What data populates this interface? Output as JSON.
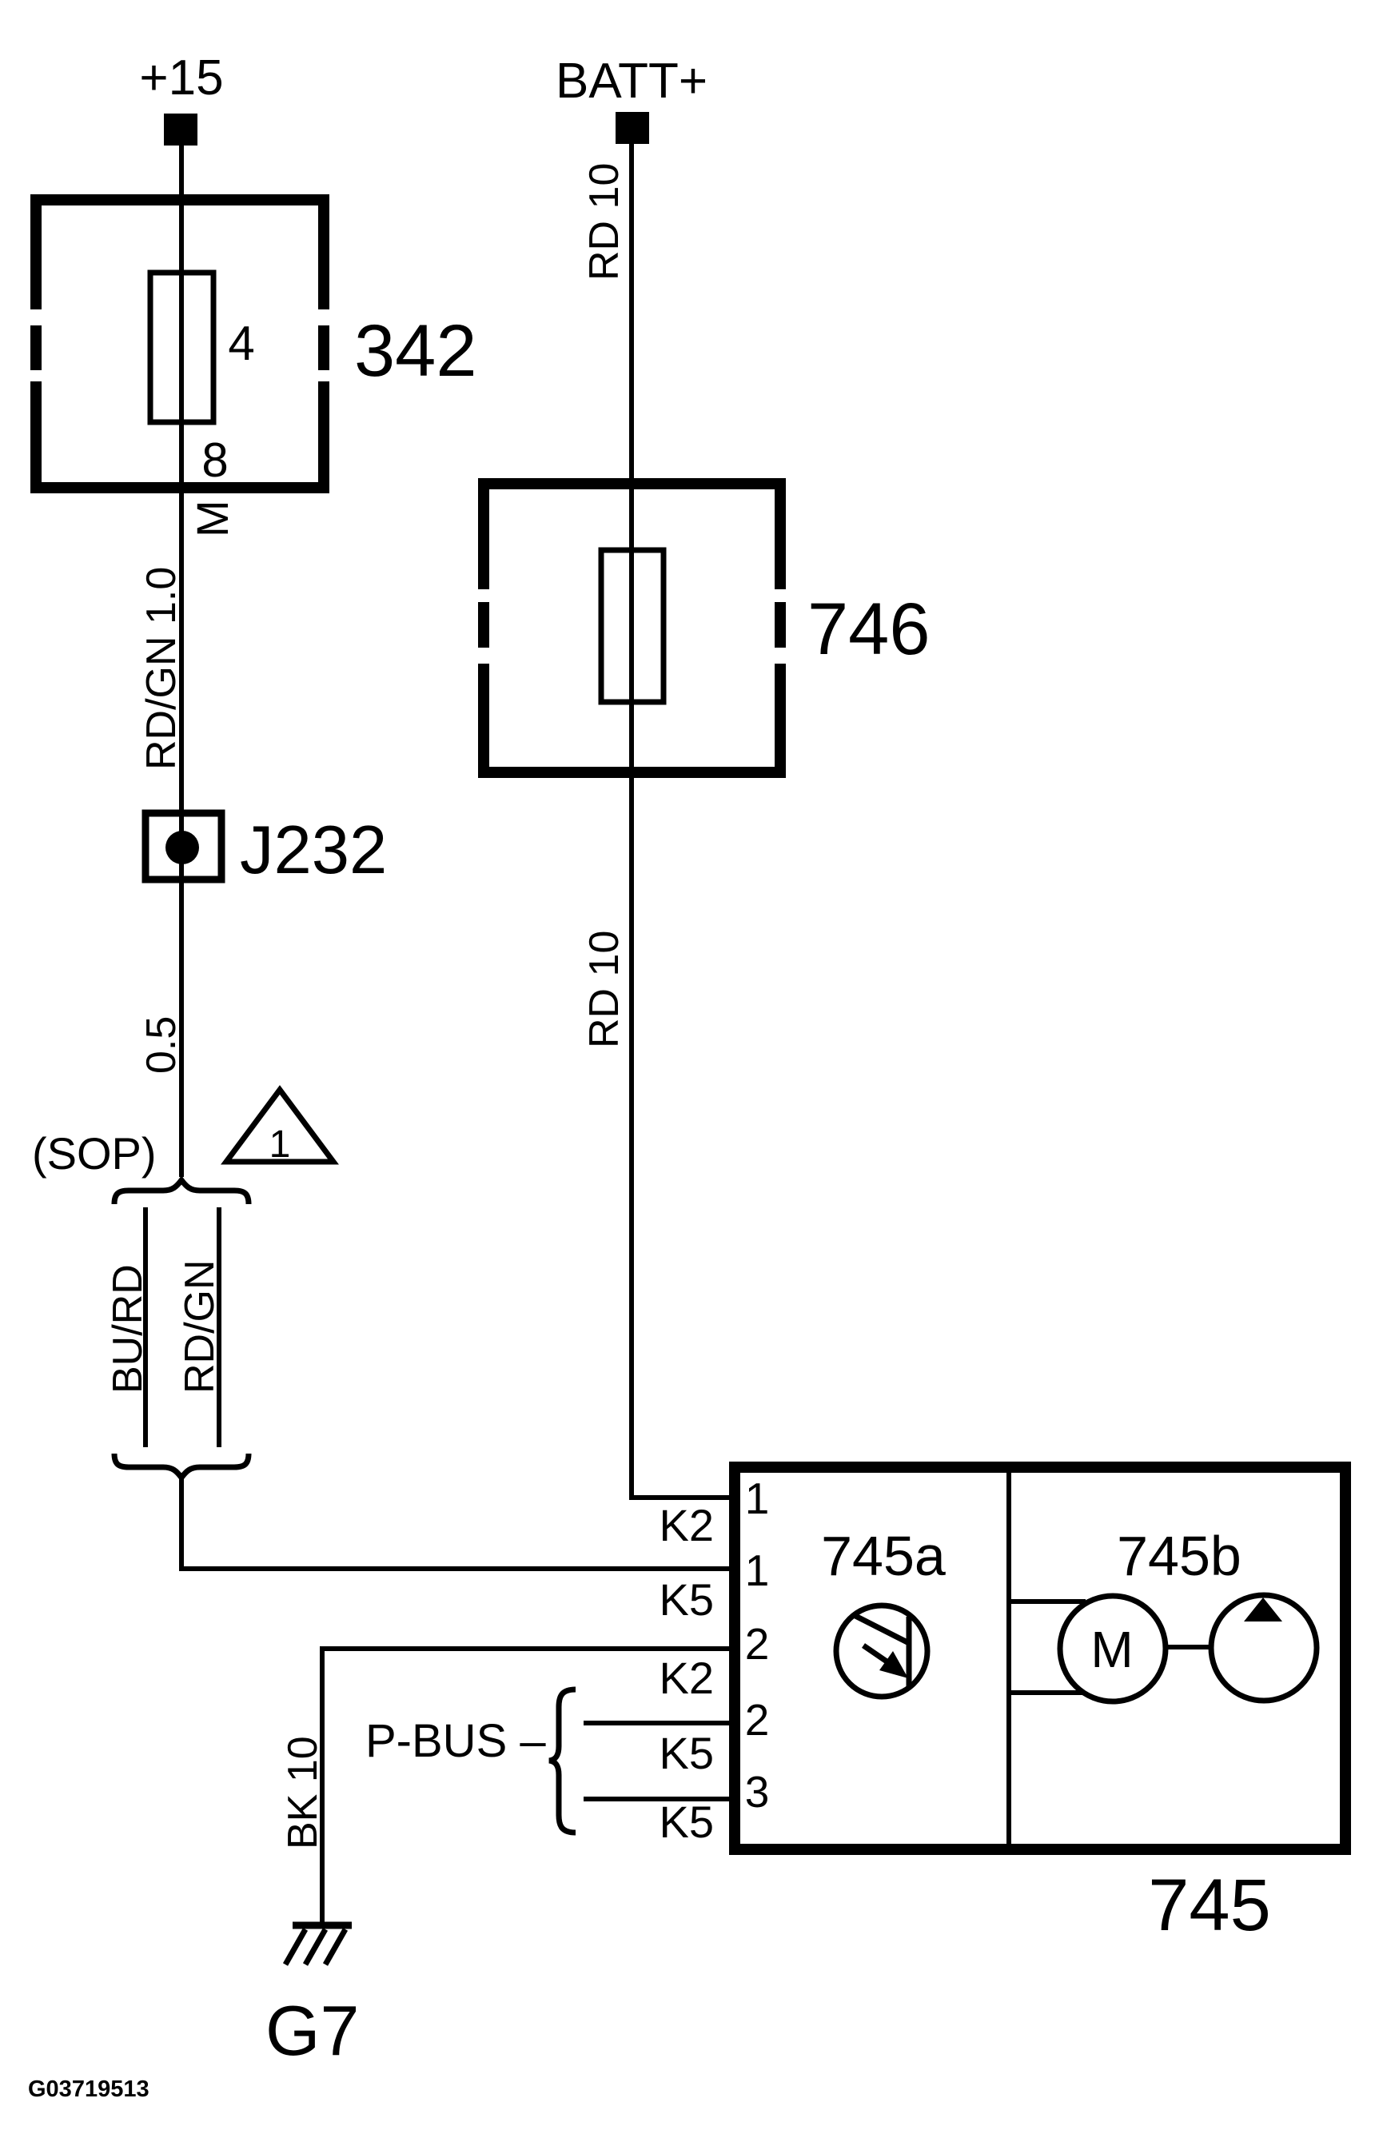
{
  "diagram": {
    "doc_id": "G03719513",
    "power": {
      "terminal_15": "+15",
      "terminal_batt": "BATT+"
    },
    "fusebox_342": {
      "label": "342",
      "pin_top": "4",
      "pin_bottom": "8",
      "exit_pin": "M"
    },
    "fusebox_746": {
      "label": "746"
    },
    "connector_j232": {
      "label": "J232"
    },
    "splice": {
      "sop": "(SOP)",
      "triangle_note": "1",
      "wire_left": "BU/RD",
      "wire_right": "RD/GN"
    },
    "wires": {
      "rd_gn_10": "RD/GN 1.0",
      "size_05": "0.5",
      "rd_10_upper": "RD 10",
      "rd_10_lower": "RD 10",
      "bk_10": "BK 10"
    },
    "component_745": {
      "label": "745",
      "section_a": "745a",
      "section_b": "745b",
      "motor": "M",
      "pins": [
        {
          "num": "1",
          "conn": "K2"
        },
        {
          "num": "1",
          "conn": "K5"
        },
        {
          "num": "2",
          "conn": "K2"
        },
        {
          "num": "2",
          "conn": "K5"
        },
        {
          "num": "3",
          "conn": "K5"
        }
      ]
    },
    "pbus_label": "P-BUS –",
    "ground": {
      "label": "G7"
    }
  }
}
